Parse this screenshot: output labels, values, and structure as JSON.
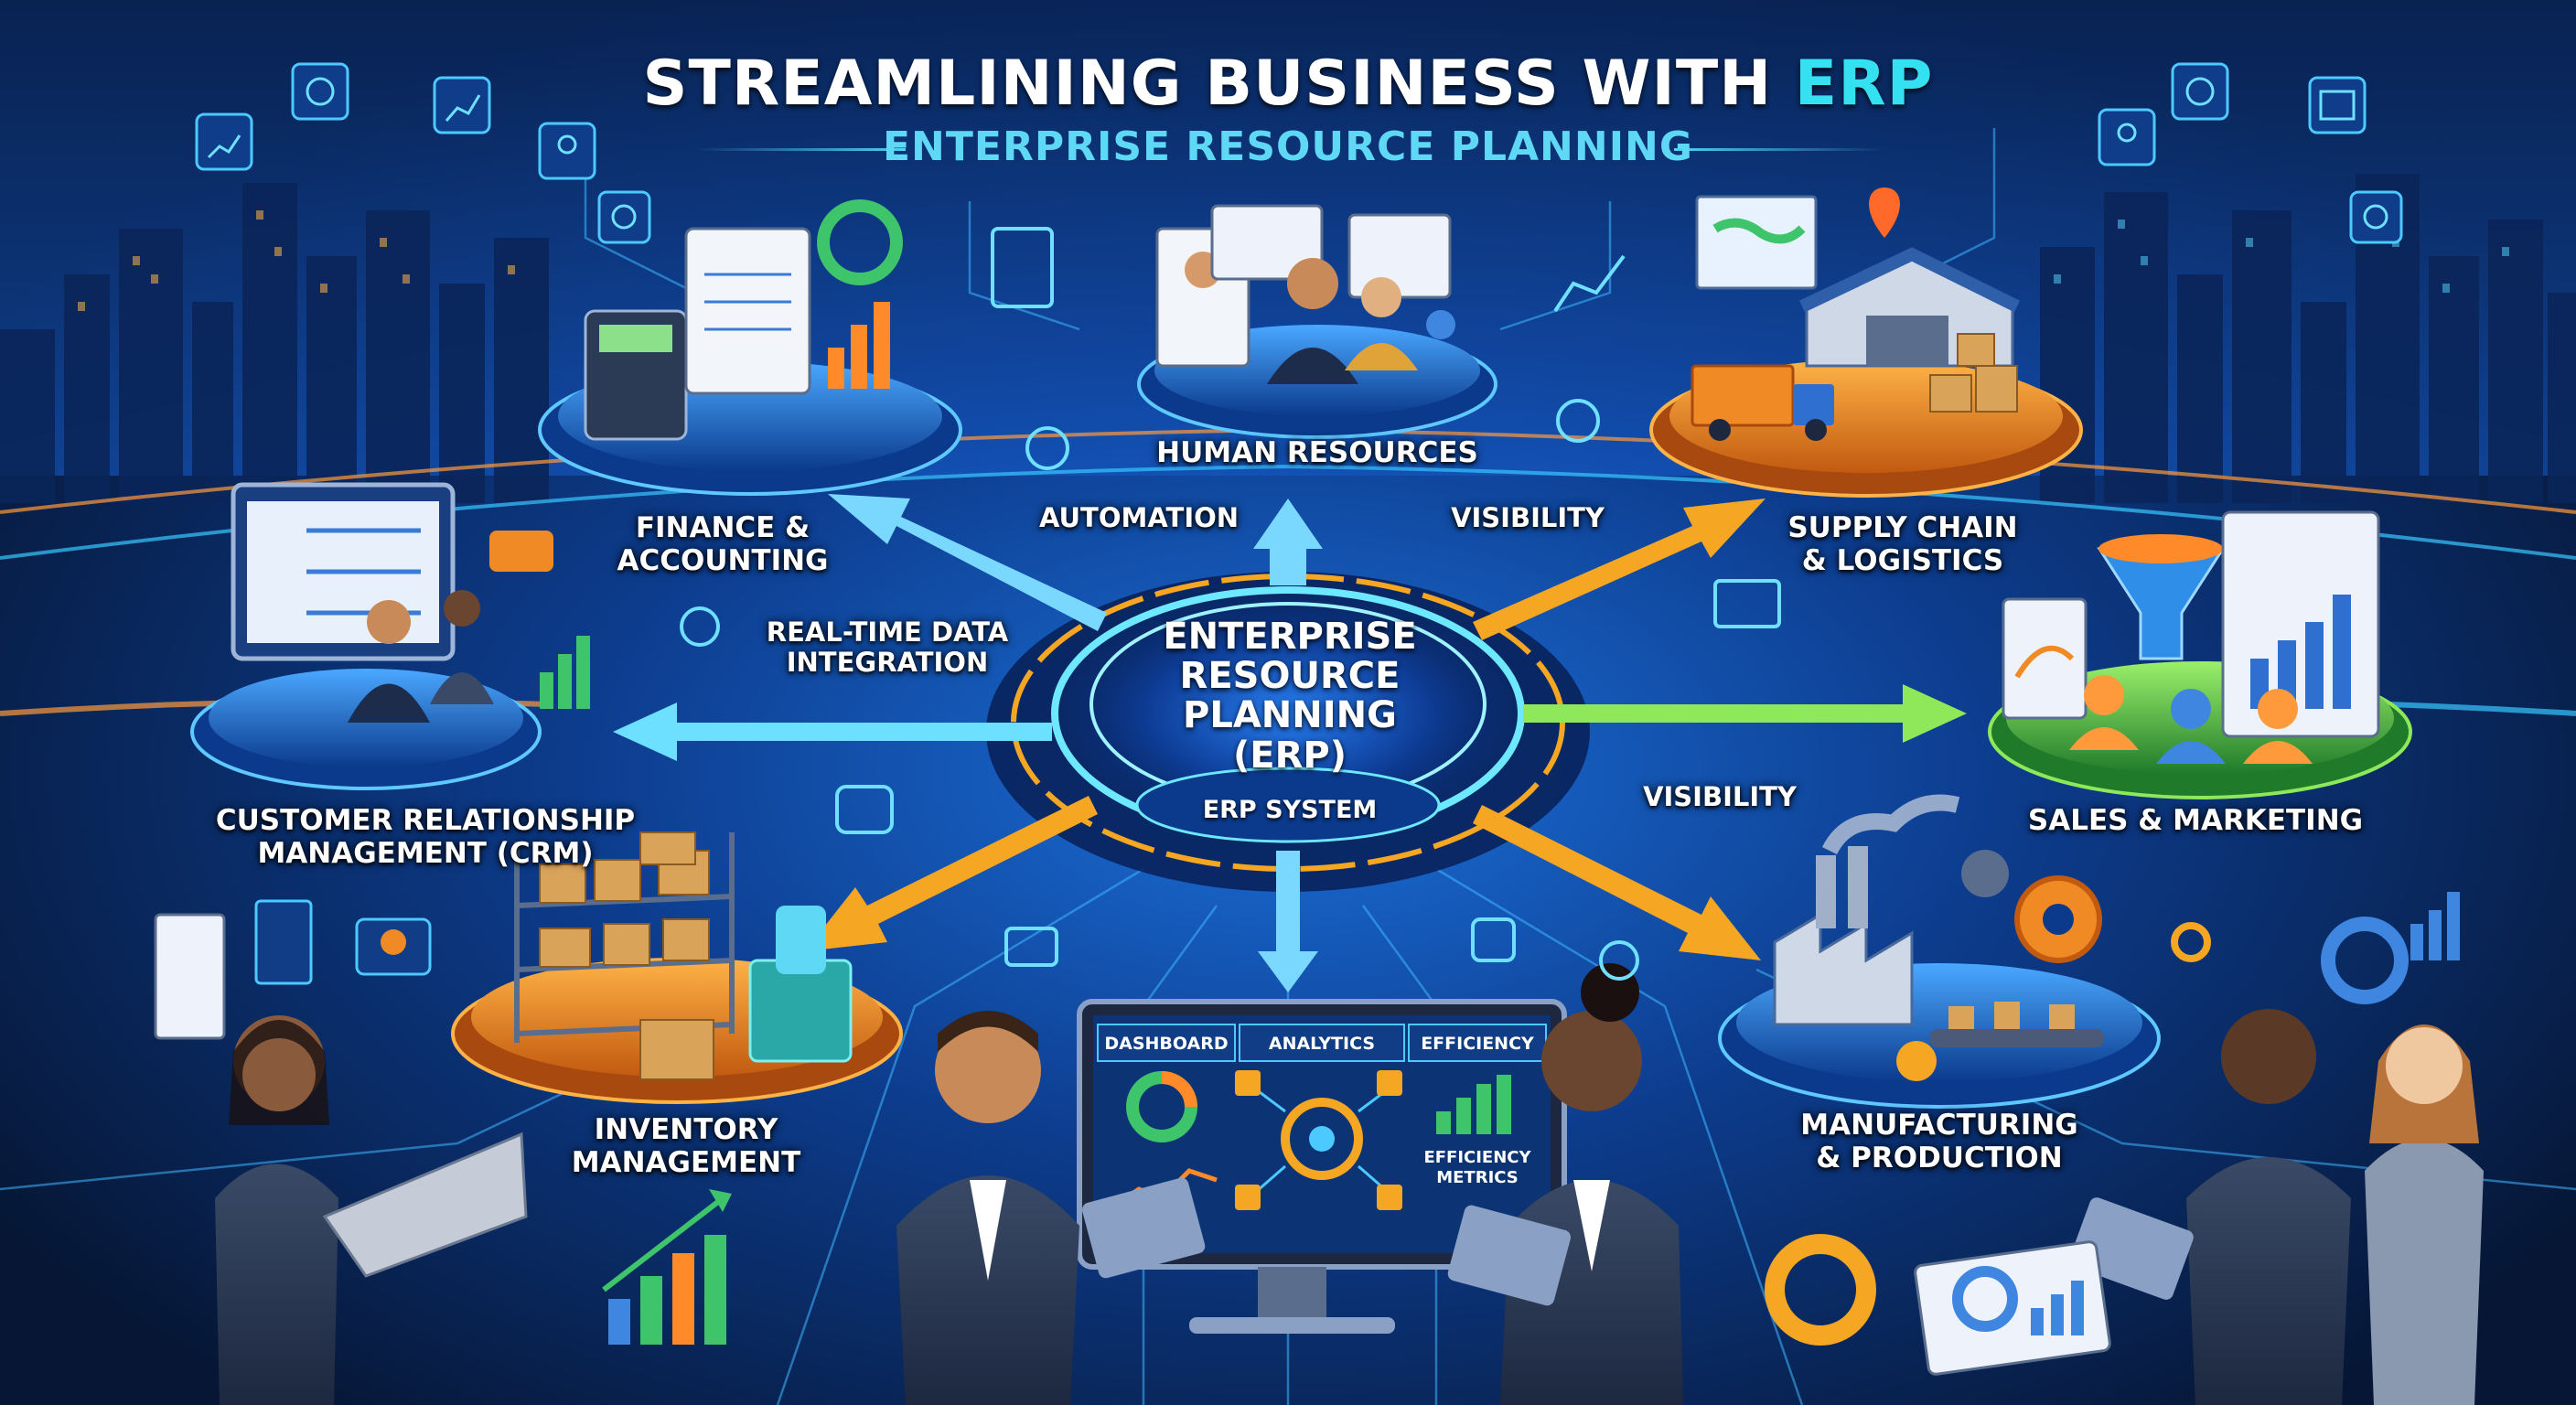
{
  "title": {
    "main": "STREAMLINING BUSINESS WITH",
    "accent": "ERP"
  },
  "subtitle": "ENTERPRISE RESOURCE PLANNING",
  "hub": {
    "title_lines": [
      "ENTERPRISE",
      "RESOURCE",
      "PLANNING",
      "(ERP)"
    ],
    "system_label": "ERP SYSTEM"
  },
  "modules": {
    "finance": [
      "FINANCE &",
      "ACCOUNTING"
    ],
    "hr": [
      "HUMAN RESOURCES"
    ],
    "supply": [
      "SUPPLY CHAIN",
      "& LOGISTICS"
    ],
    "crm": [
      "CUSTOMER RELATIONSHIP",
      "MANAGEMENT (CRM)"
    ],
    "sales": [
      "SALES & MARKETING"
    ],
    "inventory": [
      "INVENTORY",
      "MANAGEMENT"
    ],
    "manufacturing": [
      "MANUFACTURING",
      "& PRODUCTION"
    ]
  },
  "benefits": {
    "automation": "AUTOMATION",
    "visibility_top": "VISIBILITY",
    "realtime": [
      "REAL-TIME DATA",
      "INTEGRATION"
    ],
    "visibility_right": "VISIBILITY"
  },
  "dashboard": {
    "tabs": [
      "DASHBOARD",
      "ANALYTICS",
      "EFFICIENCY"
    ],
    "metrics_label": [
      "EFFICIENCY",
      "METRICS"
    ]
  },
  "colors": {
    "background": "#071a3d",
    "accent_cyan": "#35e0f0",
    "platform_blue": "#1a5fd0",
    "platform_orange": "#f08a24",
    "platform_green": "#3cc24a",
    "arrow_orange": "#f5a623",
    "arrow_cyan": "#6ee0ff",
    "arrow_green": "#8ee85a"
  },
  "icons": [
    "calculator-icon",
    "clipboard-icon",
    "gear-icon",
    "map-pin-icon",
    "truck-icon",
    "warehouse-icon",
    "funnel-icon",
    "factory-icon",
    "laptop-icon",
    "bar-chart-icon",
    "pie-chart-icon",
    "people-icon"
  ]
}
